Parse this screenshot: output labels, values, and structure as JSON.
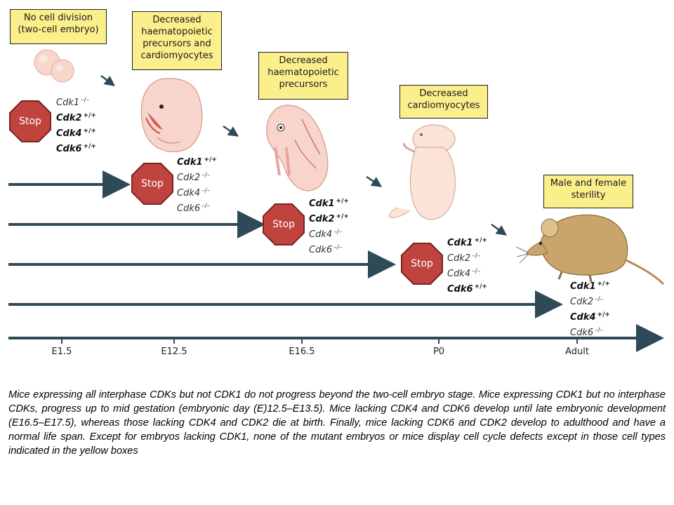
{
  "yellow_boxes": {
    "e15": [
      "No cell division",
      "(two-cell embryo)"
    ],
    "e125": [
      "Decreased",
      "haematopoietic",
      "precursors and",
      "cardiomyocytes"
    ],
    "e165": [
      "Decreased",
      "haematopoietic",
      "precursors"
    ],
    "p0": [
      "Decreased",
      "cardiomyocytes"
    ],
    "adult": [
      "Male and female",
      "sterility"
    ]
  },
  "stop_label": "Stop",
  "genotypes": {
    "e15": [
      {
        "gene": "Cdk1",
        "state": "–/–",
        "bold": false
      },
      {
        "gene": "Cdk2",
        "state": "+/+",
        "bold": true
      },
      {
        "gene": "Cdk4",
        "state": "+/+",
        "bold": true
      },
      {
        "gene": "Cdk6",
        "state": "+/+",
        "bold": true
      }
    ],
    "e125": [
      {
        "gene": "Cdk1",
        "state": "+/+",
        "bold": true
      },
      {
        "gene": "Cdk2",
        "state": "–/–",
        "bold": false
      },
      {
        "gene": "Cdk4",
        "state": "–/–",
        "bold": false
      },
      {
        "gene": "Cdk6",
        "state": "–/–",
        "bold": false
      }
    ],
    "e165": [
      {
        "gene": "Cdk1",
        "state": "+/+",
        "bold": true
      },
      {
        "gene": "Cdk2",
        "state": "+/+",
        "bold": true
      },
      {
        "gene": "Cdk4",
        "state": "–/–",
        "bold": false
      },
      {
        "gene": "Cdk6",
        "state": "–/–",
        "bold": false
      }
    ],
    "p0": [
      {
        "gene": "Cdk1",
        "state": "+/+",
        "bold": true
      },
      {
        "gene": "Cdk2",
        "state": "–/–",
        "bold": false
      },
      {
        "gene": "Cdk4",
        "state": "–/–",
        "bold": false
      },
      {
        "gene": "Cdk6",
        "state": "+/+",
        "bold": true
      }
    ],
    "adult": [
      {
        "gene": "Cdk1",
        "state": "+/+",
        "bold": true
      },
      {
        "gene": "Cdk2",
        "state": "–/–",
        "bold": false
      },
      {
        "gene": "Cdk4",
        "state": "+/+",
        "bold": true
      },
      {
        "gene": "Cdk6",
        "state": "–/–",
        "bold": false
      }
    ]
  },
  "timeline": {
    "ticks": [
      "E1.5",
      "E12.5",
      "E16.5",
      "P0",
      "Adult"
    ]
  },
  "caption": "Mice expressing all interphase CDKs but not CDK1 do not progress beyond the two-cell embryo stage. Mice expressing CDK1 but no interphase CDKs, progress up to mid gestation (embryonic day (E)12.5–E13.5). Mice lacking CDK4 and CDK6 develop until late embryonic development (E16.5–E17.5), whereas those lacking CDK4 and CDK2 die at birth. Finally, mice lacking CDK6 and CDK2 develop to adulthood and have a normal life span. Except for embryos lacking CDK1, none of the mutant embryos or mice display cell cycle defects except in those cell types indicated in the yellow boxes",
  "colors": {
    "arrow": "#2e4a57",
    "stop_fill": "#c0433e",
    "stop_border": "#7a2320",
    "yellow_box": "#fbef8c",
    "embryo": "#f7d7d0",
    "mouse": "#c9a46c"
  }
}
